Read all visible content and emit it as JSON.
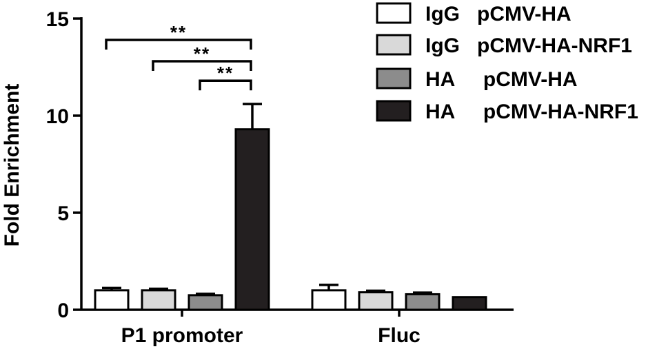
{
  "chart_data": {
    "type": "bar",
    "categories": [
      "P1 promoter",
      "Fluc"
    ],
    "ylabel": "Fold  Enrichment",
    "xlabel": "",
    "ylim": [
      0,
      15
    ],
    "yticks": [
      0,
      5,
      10,
      15
    ],
    "grid": false,
    "legend_position": "top-right",
    "series": [
      {
        "name": "IgG   pCMV-HA",
        "color": "#ffffff",
        "values": [
          1.0,
          1.0
        ],
        "errors": [
          0.12,
          0.28
        ]
      },
      {
        "name": "IgG   pCMV-HA-NRF1",
        "color": "#d9d9d9",
        "values": [
          1.0,
          0.9
        ],
        "errors": [
          0.08,
          0.08
        ]
      },
      {
        "name": "HA     pCMV-HA",
        "color": "#8c8c8c",
        "values": [
          0.75,
          0.8
        ],
        "errors": [
          0.07,
          0.08
        ]
      },
      {
        "name": "HA     pCMV-HA-NRF1",
        "color": "#231f20",
        "values": [
          9.3,
          0.65
        ],
        "errors": [
          1.3,
          0.0
        ]
      }
    ],
    "significance": [
      {
        "label": "**",
        "category": "P1 promoter",
        "from_series": 0,
        "to_series": 3,
        "y": 13.9
      },
      {
        "label": "**",
        "category": "P1 promoter",
        "from_series": 1,
        "to_series": 3,
        "y": 12.8
      },
      {
        "label": "**",
        "category": "P1 promoter",
        "from_series": 2,
        "to_series": 3,
        "y": 11.8
      }
    ]
  }
}
